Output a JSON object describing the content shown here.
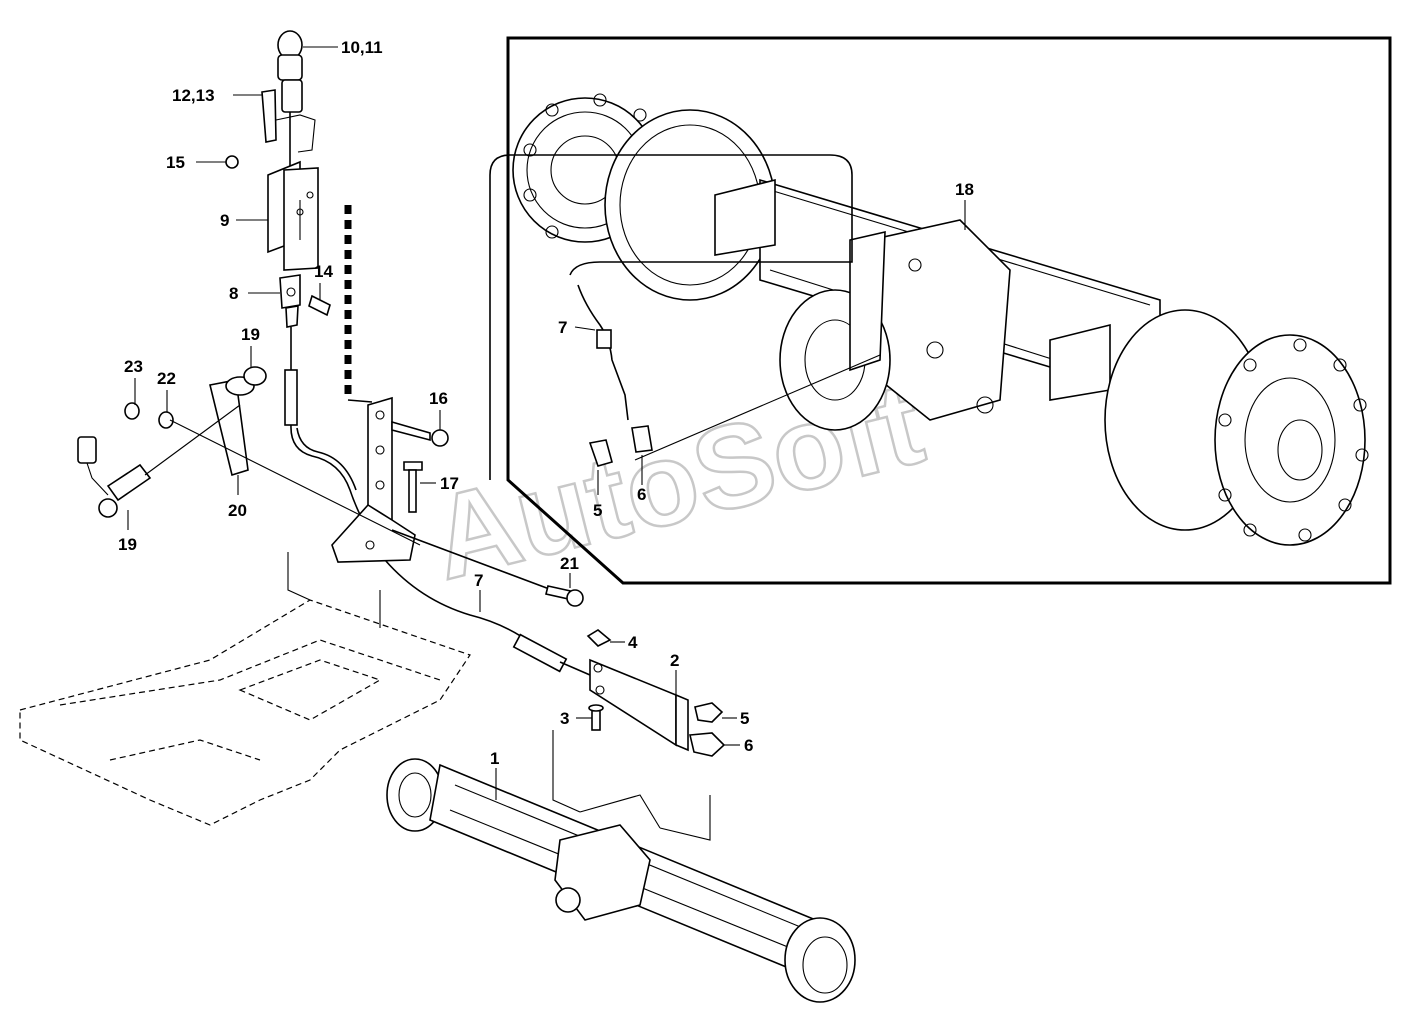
{
  "watermark": "AutoSoft",
  "callouts": [
    {
      "id": "c-10-11",
      "text": "10,11"
    },
    {
      "id": "c-12-13",
      "text": "12,13"
    },
    {
      "id": "c-15",
      "text": "15"
    },
    {
      "id": "c-9",
      "text": "9"
    },
    {
      "id": "c-14",
      "text": "14"
    },
    {
      "id": "c-8",
      "text": "8"
    },
    {
      "id": "c-19a",
      "text": "19"
    },
    {
      "id": "c-23",
      "text": "23"
    },
    {
      "id": "c-22",
      "text": "22"
    },
    {
      "id": "c-16",
      "text": "16"
    },
    {
      "id": "c-17",
      "text": "17"
    },
    {
      "id": "c-20",
      "text": "20"
    },
    {
      "id": "c-19b",
      "text": "19"
    },
    {
      "id": "c-21",
      "text": "21"
    },
    {
      "id": "c-7a",
      "text": "7"
    },
    {
      "id": "c-4",
      "text": "4"
    },
    {
      "id": "c-2",
      "text": "2"
    },
    {
      "id": "c-3",
      "text": "3"
    },
    {
      "id": "c-5a",
      "text": "5"
    },
    {
      "id": "c-6a",
      "text": "6"
    },
    {
      "id": "c-1",
      "text": "1"
    },
    {
      "id": "c-18",
      "text": "18"
    },
    {
      "id": "c-7b",
      "text": "7"
    },
    {
      "id": "c-5b",
      "text": "5"
    },
    {
      "id": "c-6b",
      "text": "6"
    }
  ]
}
